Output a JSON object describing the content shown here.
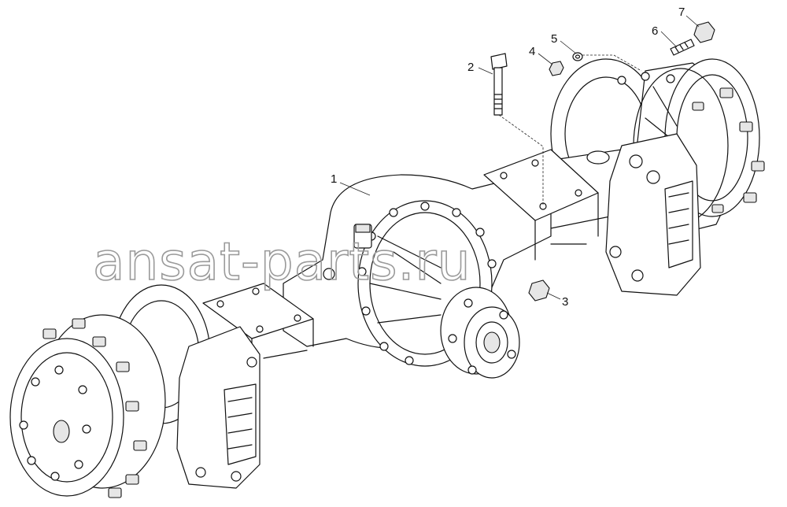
{
  "watermark": "ansat-parts.ru",
  "callouts": [
    {
      "label": "1",
      "part": "axle-housing"
    },
    {
      "label": "2",
      "part": "bolt"
    },
    {
      "label": "3",
      "part": "nut"
    },
    {
      "label": "4",
      "part": "nut"
    },
    {
      "label": "5",
      "part": "washer"
    },
    {
      "label": "6",
      "part": "stud"
    },
    {
      "label": "7",
      "part": "nut"
    }
  ]
}
